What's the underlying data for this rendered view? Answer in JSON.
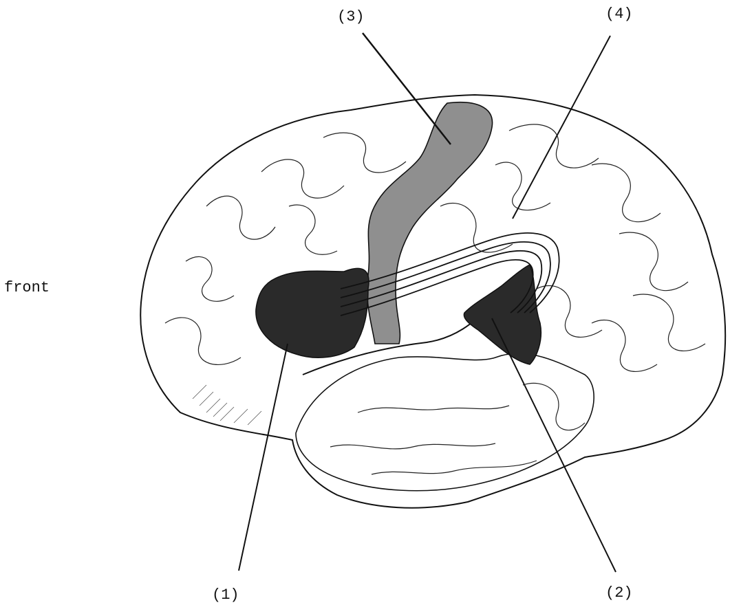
{
  "labels": {
    "front": "front",
    "n1": "(1)",
    "n2": "(2)",
    "n3": "(3)",
    "n4": "(4)"
  },
  "colors": {
    "ink": "#111111",
    "region_dark": "#2a2a2a",
    "region_gray": "#8f8f8f",
    "paper": "#ffffff"
  }
}
